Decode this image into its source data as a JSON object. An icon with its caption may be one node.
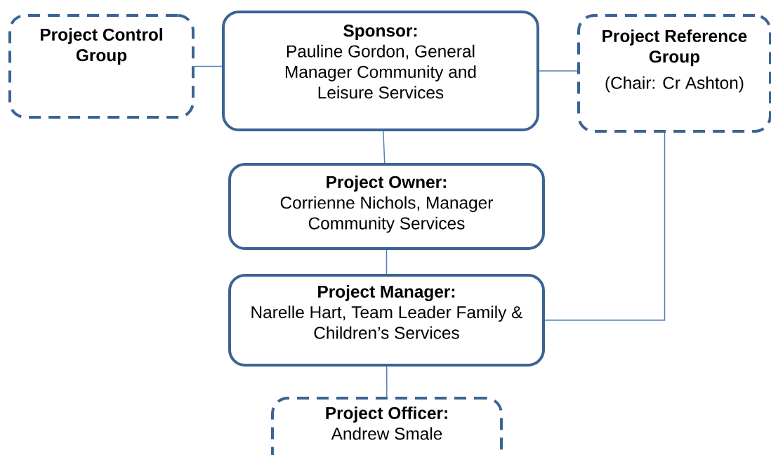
{
  "diagram": {
    "nodes": [
      {
        "text": [
          "Project Control Group"
        ]
      },
      {
        "text": [
          "Sponsor:",
          "Pauline Gordon, General Manager Community and Leisure Services"
        ]
      },
      {
        "text": [
          "Project Reference Group",
          "(Chair: Cr Ashton)"
        ]
      },
      {
        "text": [
          "Project Owner:",
          "Corrienne Nichols, Manager Community Services"
        ]
      },
      {
        "text": [
          "Project Manager:",
          "Narelle Hart, Team Leader Family & Children’s Services"
        ]
      },
      {
        "text": [
          "Project Officer:",
          "Andrew Smale"
        ]
      }
    ],
    "edges": [
      {
        "from": 0,
        "to": 1,
        "arrow": "none"
      },
      {
        "from": 1,
        "to": 2,
        "arrow": "none"
      },
      {
        "from": 1,
        "to": 3,
        "arrow": "none"
      },
      {
        "from": 3,
        "to": 4,
        "arrow": "none"
      },
      {
        "from": 2,
        "to": 4,
        "arrow": "none"
      },
      {
        "from": 4,
        "to": 5,
        "arrow": "none"
      }
    ]
  }
}
